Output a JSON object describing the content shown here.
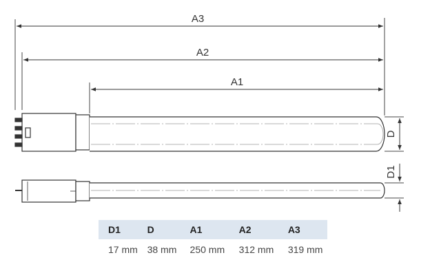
{
  "drawing": {
    "dimension_labels": {
      "a3": "A3",
      "a2": "A2",
      "a1": "A1",
      "d": "D",
      "d1": "D1"
    },
    "line_color": "#333333"
  },
  "dimensions_table": {
    "header_color": "#dde6f0",
    "headers": [
      "D1",
      "D",
      "A1",
      "A2",
      "A3"
    ],
    "values": [
      "17 mm",
      "38 mm",
      "250 mm",
      "312 mm",
      "319 mm"
    ]
  }
}
